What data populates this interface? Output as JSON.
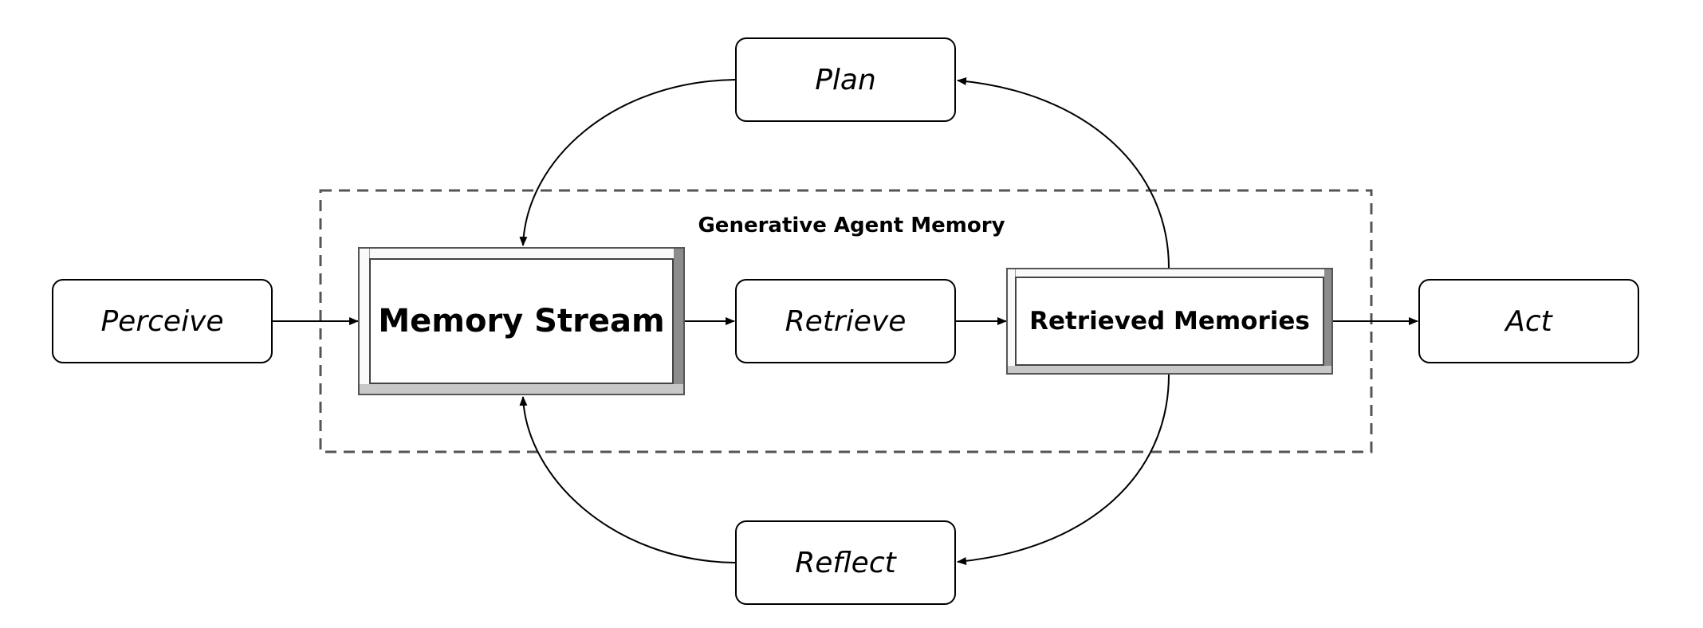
{
  "diagram": {
    "group_title": "Generative Agent Memory",
    "nodes": {
      "perceive": "Perceive",
      "memory_stream": "Memory Stream",
      "retrieve": "Retrieve",
      "retrieved_memories": "Retrieved Memories",
      "act": "Act",
      "plan": "Plan",
      "reflect": "Reflect"
    }
  }
}
